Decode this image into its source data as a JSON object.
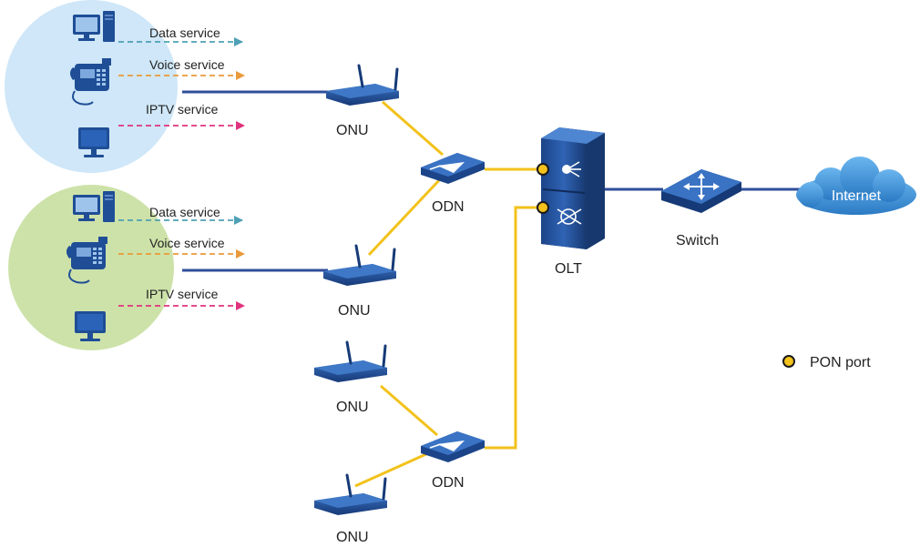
{
  "colors": {
    "fiber": "#f2c21b",
    "copper": "#2f4e9a",
    "circle_blue": "#cfe7f8",
    "circle_green": "#cde2a9",
    "data_arrow": "#4ea0b6",
    "voice_arrow": "#ea9a3b",
    "iptv_arrow": "#e0337e",
    "device_blue": "#1f4e96",
    "cloud_blue": "#3d8ed6",
    "pon_port": "#f4c21c"
  },
  "user_groups": [
    {
      "id": "group1",
      "services": {
        "data": "Data service",
        "voice": "Voice service",
        "iptv": "IPTV service"
      }
    },
    {
      "id": "group2",
      "services": {
        "data": "Data service",
        "voice": "Voice service",
        "iptv": "IPTV service"
      }
    }
  ],
  "nodes": {
    "onu1": "ONU",
    "onu2": "ONU",
    "onu3": "ONU",
    "onu4": "ONU",
    "odn1": "ODN",
    "odn2": "ODN",
    "olt": "OLT",
    "switch": "Switch",
    "internet": "Internet"
  },
  "legend": {
    "pon_port": "PON port"
  },
  "icons": [
    "desktop-icon",
    "phone-icon",
    "monitor-icon",
    "router-icon",
    "splitter-icon",
    "olt-icon",
    "switch-icon",
    "cloud-icon"
  ]
}
